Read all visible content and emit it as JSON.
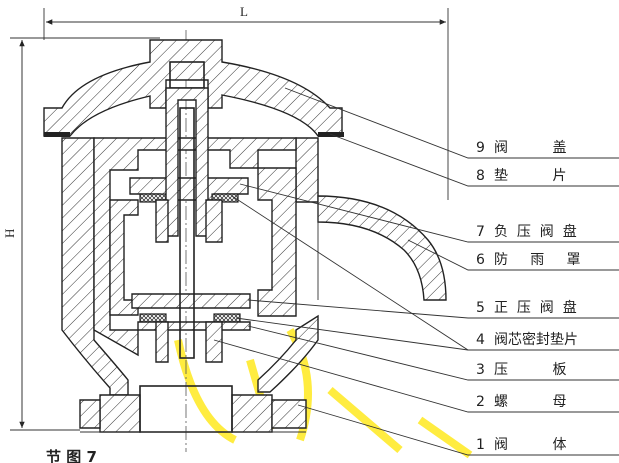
{
  "dimensions": {
    "width_label": "L",
    "height_label": "H"
  },
  "parts": [
    {
      "num": "9",
      "name": "阀          盖"
    },
    {
      "num": "8",
      "name": "垫          片"
    },
    {
      "num": "7",
      "name": "负  压  阀  盘"
    },
    {
      "num": "6",
      "name": "防     雨     罩"
    },
    {
      "num": "5",
      "name": "正  压  阀  盘"
    },
    {
      "num": "4",
      "name": "阀芯密封垫片"
    },
    {
      "num": "3",
      "name": "压          板"
    },
    {
      "num": "2",
      "name": "螺          母"
    },
    {
      "num": "1",
      "name": "阀          体"
    }
  ],
  "caption": "节 图 7"
}
